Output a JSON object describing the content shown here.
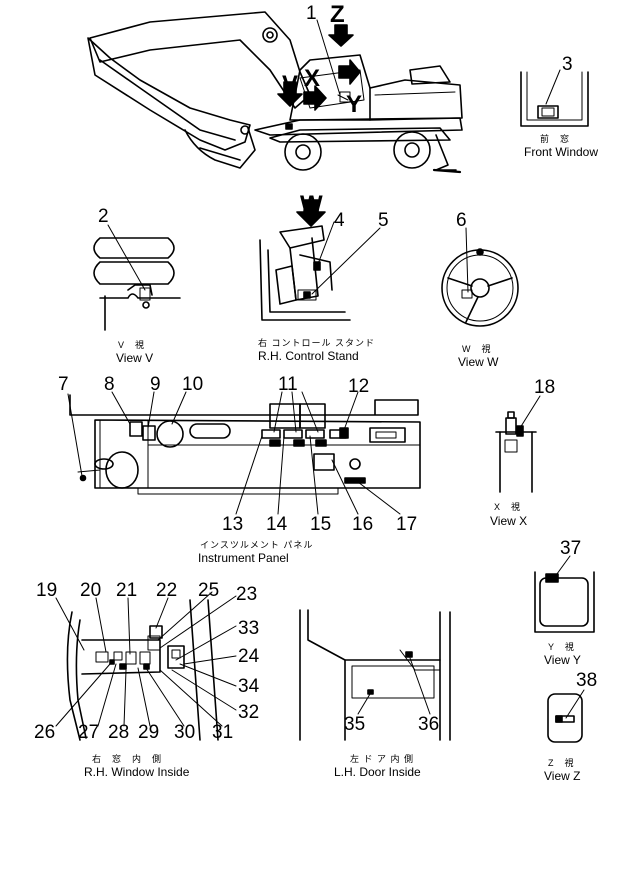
{
  "callouts": [
    "1",
    "2",
    "3",
    "4",
    "5",
    "6",
    "7",
    "8",
    "9",
    "10",
    "11",
    "12",
    "13",
    "14",
    "15",
    "16",
    "17",
    "18",
    "19",
    "20",
    "21",
    "22",
    "23",
    "24",
    "25",
    "26",
    "27",
    "28",
    "29",
    "30",
    "31",
    "32",
    "33",
    "34",
    "35",
    "36",
    "37",
    "38"
  ],
  "view_letters": [
    "Z",
    "V",
    "X",
    "Y",
    "W"
  ],
  "captions": {
    "front_window": {
      "jp": "前　窓",
      "en": "Front Window"
    },
    "view_v": {
      "jp": "V　視",
      "en": "View V"
    },
    "rh_control_stand": {
      "jp": "右 コントロール スタンド",
      "en": "R.H. Control Stand"
    },
    "view_w": {
      "jp": "W　視",
      "en": "View W"
    },
    "view_x": {
      "jp": "X　視",
      "en": "View X"
    },
    "instrument_panel": {
      "jp": "インスツルメント パネル",
      "en": "Instrument Panel"
    },
    "view_y": {
      "jp": "Y　視",
      "en": "View Y"
    },
    "view_z": {
      "jp": "Z　視",
      "en": "View Z"
    },
    "rh_window_inside": {
      "jp": "右　窓　内　側",
      "en": "R.H. Window Inside"
    },
    "lh_door_inside": {
      "jp": "左 ド ア 内 側",
      "en": "L.H. Door Inside"
    }
  }
}
